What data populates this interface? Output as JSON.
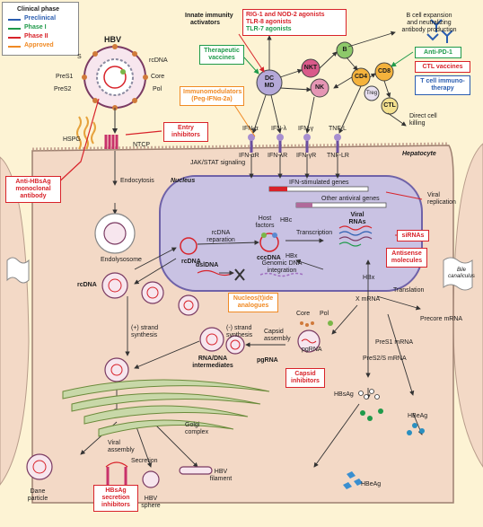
{
  "legend": {
    "title": "Clinical phase",
    "items": [
      {
        "label": "Preclinical",
        "color": "#2a5db0"
      },
      {
        "label": "Phase I",
        "color": "#1f9a4a"
      },
      {
        "label": "Phase II",
        "color": "#d8232a"
      },
      {
        "label": "Approved",
        "color": "#f08a24"
      }
    ]
  },
  "virion": {
    "title": "HBV",
    "labels": {
      "s": "S",
      "pres1": "PreS1",
      "pres2": "PreS2",
      "rcdna": "rcDNA",
      "core": "Core",
      "pol": "Pol"
    }
  },
  "innate": {
    "title_line1": "Innate immunity",
    "title_line2": "activators",
    "agonists": [
      "RIG-1 and NOD-2 agonists",
      "TLR-8 agonists",
      "TLR-7 agonists"
    ]
  },
  "bcell": {
    "line1": "B cell expansion",
    "line2": "and neutralizing",
    "line3": "antibody production"
  },
  "therapeutic_vaccines": [
    "Therapeutic",
    "vaccines"
  ],
  "anti_pd1": "Anti-PD-1",
  "ctl_vaccines": "CTL vaccines",
  "t_cell_immunotherapy": [
    "T cell immuno-",
    "therapy"
  ],
  "immunomodulators": [
    "Immunomodulators",
    "(Peg-IFNα-2a)"
  ],
  "cells": {
    "dc": "DC",
    "md": "MD",
    "nkt": "NKT",
    "nk": "NK",
    "b": "B",
    "cd4": "CD4",
    "cd8": "CD8",
    "treg": "Treg",
    "ctl": "CTL"
  },
  "direct_kill": [
    "Direct cell",
    "killing"
  ],
  "cytokines": [
    "IFN-α",
    "IFN-λ",
    "IFN-γ",
    "TNF-L"
  ],
  "receptors": [
    "IFN-αR",
    "IFN-λR",
    "IFN-γR",
    "TNF-LR"
  ],
  "entry": {
    "hspg": "HSPG",
    "ntcp": "NTCP",
    "entry_inhibitors": [
      "Entry",
      "inhibitors"
    ]
  },
  "anti_hbsag": [
    "Anti-HBsAg",
    "monoclonal",
    "antibody"
  ],
  "jak_stat": "JAK/STAT signaling",
  "hepatocyte": "Hepatocyte",
  "nucleus": "Nucleus",
  "genes": {
    "ifn_stim": "IFN-stimulated genes",
    "other": "Other antiviral genes",
    "viral_rep": [
      "Viral",
      "replication"
    ]
  },
  "cytoplasm": {
    "endocytosis": "Endocytosis",
    "endolysosome": "Endolysosome",
    "rcdna_cyto": "rcDNA",
    "plus_strand": [
      "(+) strand",
      "synthesis"
    ],
    "minus_strand": [
      "(-) strand",
      "synthesis"
    ],
    "rna_dna": [
      "RNA/DNA",
      "intermediates"
    ],
    "pgrna": "pgRNA",
    "capsid_assembly": [
      "Capsid",
      "assembly"
    ],
    "core": "Core",
    "pol": "Pol",
    "pgrna2": "pgRNA",
    "translation": "Translation",
    "x_mrna": "X mRNA",
    "precore_mrna": "Precore mRNA",
    "pres1_mrna": "PreS1 mRNA",
    "pres2s_mrna": "PreS2/S mRNA",
    "hbsag": "HBsAg",
    "hbeag": "HBeAg",
    "golgi": [
      "Golgi",
      "complex"
    ],
    "viral_assembly": [
      "Viral",
      "assembly"
    ],
    "secretion": "Secretion"
  },
  "nuclear": {
    "rcdna_nuc": "rcDNA",
    "repair": [
      "rcDNA",
      "reparation"
    ],
    "host_factors": [
      "Host",
      "factors"
    ],
    "hbc": "HBc",
    "cccdna": "cccDNA",
    "hbx_nuc": "HBx",
    "transcription": "Transcription",
    "viral_rnas": [
      "Viral",
      "RNAs"
    ],
    "dslinda": "dslDNA",
    "integration": [
      "Genomic DNA",
      "integration"
    ],
    "hbx": "HBx"
  },
  "drugs": {
    "sirnas": "siRNAs",
    "antisense": [
      "Antisense",
      "molecules"
    ],
    "nucleotide": [
      "Nucleos(t)ide",
      "analogues"
    ],
    "capsid_inhib": [
      "Capsid",
      "inhibitors"
    ],
    "hbsag_secretion": [
      "HBsAg",
      "secretion",
      "inhibitors"
    ]
  },
  "bile": [
    "Bile",
    "canaliculus"
  ],
  "bottom": {
    "dane": [
      "Dane",
      "particle"
    ],
    "sphere": [
      "HBV",
      "sphere"
    ],
    "filament": [
      "HBV",
      "filament"
    ],
    "hbeag_out": "HBeAg"
  }
}
